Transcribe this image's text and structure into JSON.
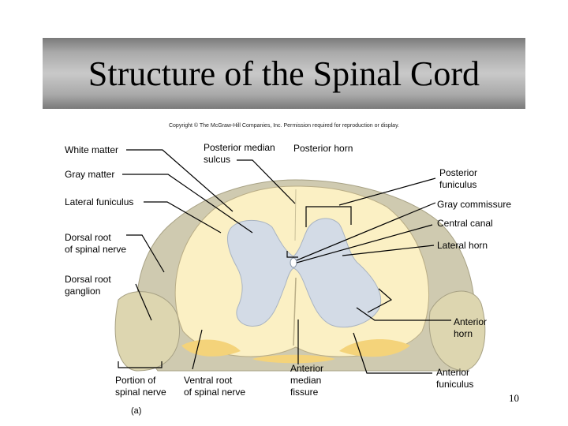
{
  "title": "Structure of the Spinal Cord",
  "copyright": "Copyright © The McGraw-Hill Companies, Inc. Permission required for reproduction or display.",
  "labels": {
    "white_matter": "White matter",
    "gray_matter": "Gray matter",
    "lateral_funiculus": "Lateral funiculus",
    "dorsal_root": [
      "Dorsal root",
      "of spinal nerve"
    ],
    "dorsal_root_ganglion": [
      "Dorsal root",
      "ganglion"
    ],
    "posterior_median_sulcus": [
      "Posterior median",
      "sulcus"
    ],
    "posterior_horn": "Posterior horn",
    "posterior_funiculus": [
      "Posterior",
      "funiculus"
    ],
    "gray_commissure": "Gray commissure",
    "central_canal": "Central canal",
    "lateral_horn": "Lateral horn",
    "anterior_horn": [
      "Anterior",
      "horn"
    ],
    "portion_of_spinal_nerve": [
      "Portion of",
      "spinal nerve"
    ],
    "ventral_root": [
      "Ventral root",
      "of spinal nerve"
    ],
    "anterior_median_fissure": [
      "Anterior",
      "median",
      "fissure"
    ],
    "anterior_funiculus": [
      "Anterior",
      "funiculus"
    ],
    "panel": "(a)"
  },
  "page_number": "10",
  "colors": {
    "white_matter": "#fbf0c4",
    "gray_matter": "#d3dbe6",
    "ganglion": "#ddd6b0",
    "meninges": "#cfcab0",
    "yellow_tissue": "#f4d37a"
  }
}
